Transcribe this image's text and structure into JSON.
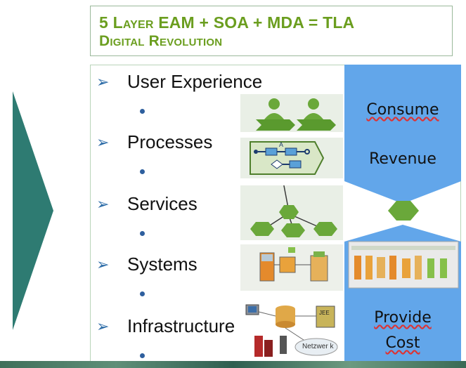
{
  "title": {
    "line1": "5 Layer EAM + SOA + MDA = TLA",
    "line2": "Digital Revolution"
  },
  "layers": [
    {
      "label": "User Experience"
    },
    {
      "label": "Processes"
    },
    {
      "label": "Services"
    },
    {
      "label": "Systems"
    },
    {
      "label": "Infrastructure"
    }
  ],
  "thumbnails": {
    "processes_step": "A",
    "infrastructure_jee": "JEE",
    "infrastructure_network": "Netzwer k"
  },
  "right_panel": {
    "top_word": "Consume",
    "top_sub": "Revenue",
    "bottom_word": "Provide",
    "bottom_sub": "Cost"
  },
  "colors": {
    "title_green": "#6b9e1f",
    "arrow_teal": "#2e7b72",
    "panel_blue": "#62a6ea",
    "connector_green": "#6aa83a",
    "bullet_blue": "#2e5f9e"
  }
}
